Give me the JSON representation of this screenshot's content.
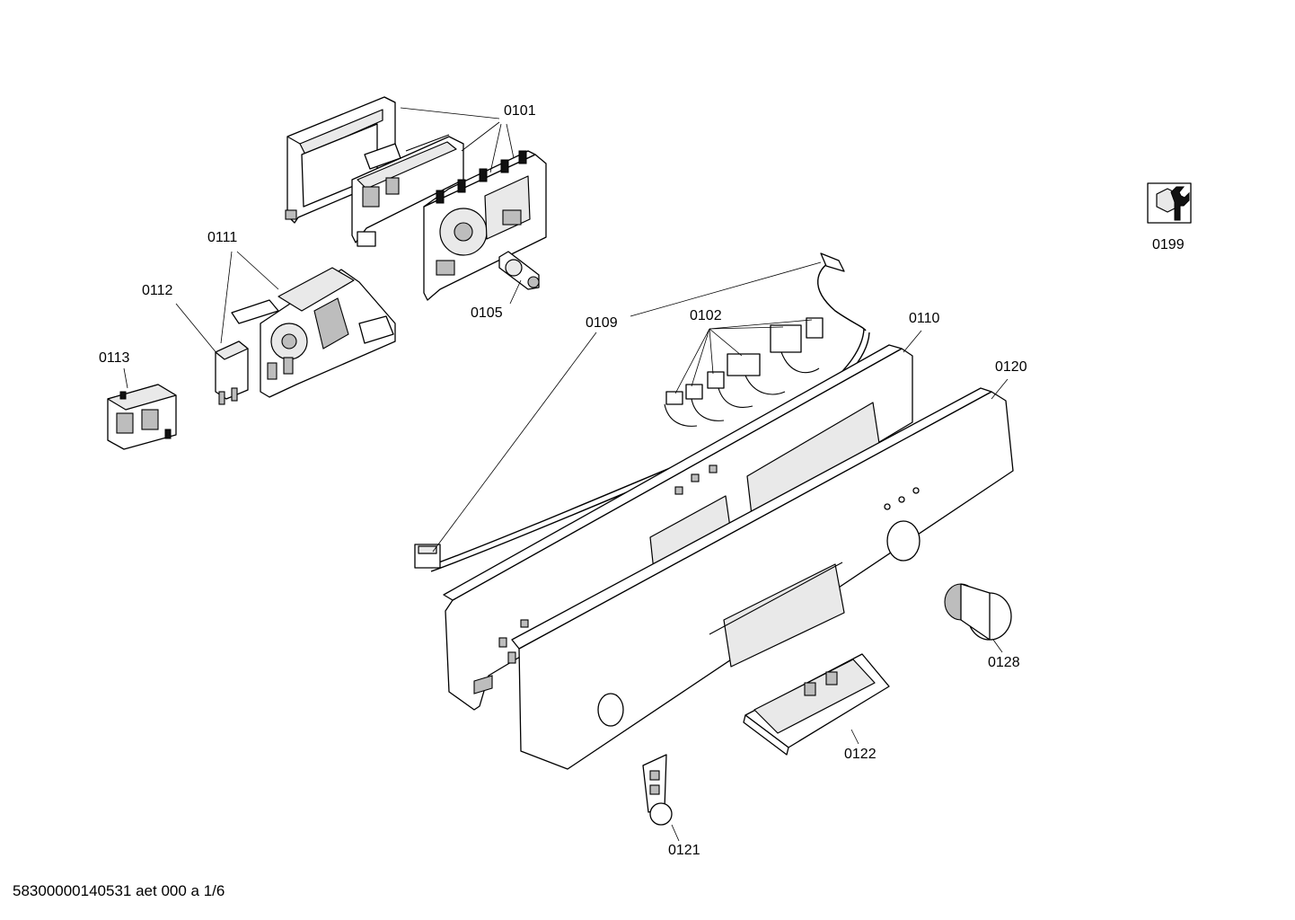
{
  "diagram": {
    "labels": [
      {
        "id": "0101",
        "text": "0101"
      },
      {
        "id": "0102",
        "text": "0102"
      },
      {
        "id": "0105",
        "text": "0105"
      },
      {
        "id": "0109",
        "text": "0109"
      },
      {
        "id": "0110",
        "text": "0110"
      },
      {
        "id": "0111",
        "text": "0111"
      },
      {
        "id": "0112",
        "text": "0112"
      },
      {
        "id": "0113",
        "text": "0113"
      },
      {
        "id": "0120",
        "text": "0120"
      },
      {
        "id": "0121",
        "text": "0121"
      },
      {
        "id": "0122",
        "text": "0122"
      },
      {
        "id": "0128",
        "text": "0128"
      },
      {
        "id": "0199",
        "text": "0199"
      }
    ],
    "icons": [
      "wrench-nut-icon"
    ],
    "footer": "58300000140531 aet 000 a 1/6"
  }
}
